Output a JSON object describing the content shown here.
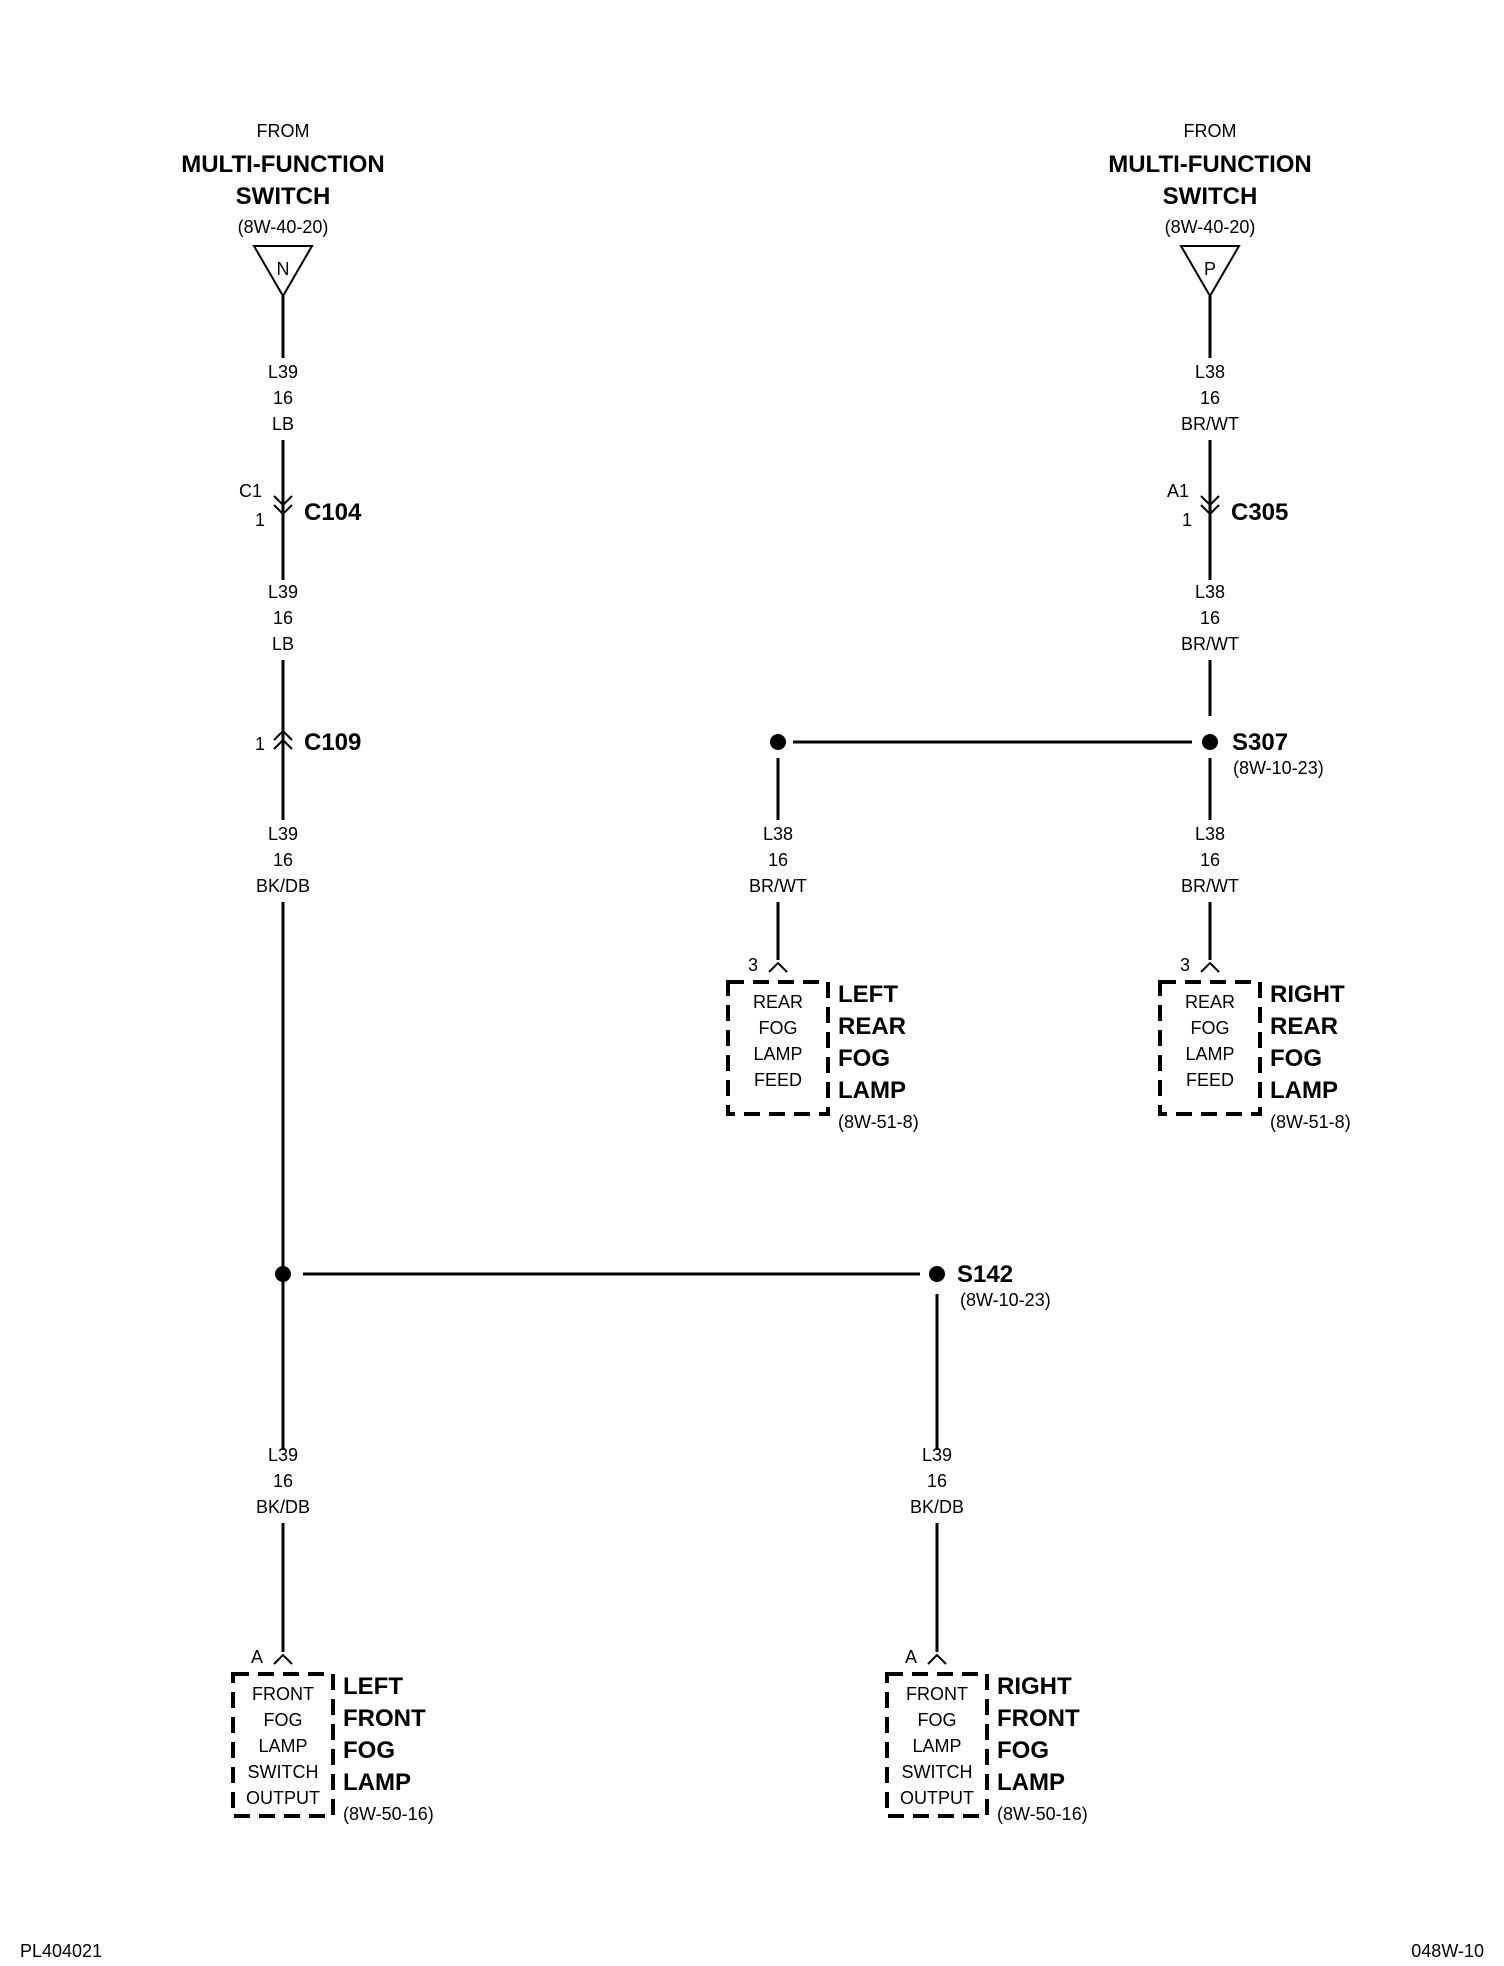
{
  "sources": [
    {
      "from": "FROM",
      "name_line1": "MULTI-FUNCTION",
      "name_line2": "SWITCH",
      "ref": "(8W-40-20)",
      "letter": "N"
    },
    {
      "from": "FROM",
      "name_line1": "MULTI-FUNCTION",
      "name_line2": "SWITCH",
      "ref": "(8W-40-20)",
      "letter": "P"
    }
  ],
  "wires": {
    "l39_top": {
      "circuit": "L39",
      "gauge": "16",
      "color": "LB"
    },
    "l39_mid": {
      "circuit": "L39",
      "gauge": "16",
      "color": "LB"
    },
    "l39_low": {
      "circuit": "L39",
      "gauge": "16",
      "color": "BK/DB"
    },
    "l39_left": {
      "circuit": "L39",
      "gauge": "16",
      "color": "BK/DB"
    },
    "l39_right": {
      "circuit": "L39",
      "gauge": "16",
      "color": "BK/DB"
    },
    "l38_top": {
      "circuit": "L38",
      "gauge": "16",
      "color": "BR/WT"
    },
    "l38_mid": {
      "circuit": "L38",
      "gauge": "16",
      "color": "BR/WT"
    },
    "l38_left": {
      "circuit": "L38",
      "gauge": "16",
      "color": "BR/WT"
    },
    "l38_right": {
      "circuit": "L38",
      "gauge": "16",
      "color": "BR/WT"
    }
  },
  "connectors": {
    "c104": {
      "name": "C104",
      "cavity_top": "C1",
      "cavity_bottom": "1"
    },
    "c109": {
      "name": "C109",
      "cavity": "1"
    },
    "c305": {
      "name": "C305",
      "cavity_top": "A1",
      "cavity_bottom": "1"
    }
  },
  "splices": {
    "s307": {
      "name": "S307",
      "ref": "(8W-10-23)"
    },
    "s142": {
      "name": "S142",
      "ref": "(8W-10-23)"
    }
  },
  "components": {
    "left_rear": {
      "pin": "3",
      "box": [
        "REAR",
        "FOG",
        "LAMP",
        "FEED"
      ],
      "name": [
        "LEFT",
        "REAR",
        "FOG",
        "LAMP"
      ],
      "ref": "(8W-51-8)"
    },
    "right_rear": {
      "pin": "3",
      "box": [
        "REAR",
        "FOG",
        "LAMP",
        "FEED"
      ],
      "name": [
        "RIGHT",
        "REAR",
        "FOG",
        "LAMP"
      ],
      "ref": "(8W-51-8)"
    },
    "left_front": {
      "pin": "A",
      "box": [
        "FRONT",
        "FOG",
        "LAMP",
        "SWITCH",
        "OUTPUT"
      ],
      "name": [
        "LEFT",
        "FRONT",
        "FOG",
        "LAMP"
      ],
      "ref": "(8W-50-16)"
    },
    "right_front": {
      "pin": "A",
      "box": [
        "FRONT",
        "FOG",
        "LAMP",
        "SWITCH",
        "OUTPUT"
      ],
      "name": [
        "RIGHT",
        "FRONT",
        "FOG",
        "LAMP"
      ],
      "ref": "(8W-50-16)"
    }
  },
  "footer": {
    "left": "PL404021",
    "right": "048W-10"
  }
}
